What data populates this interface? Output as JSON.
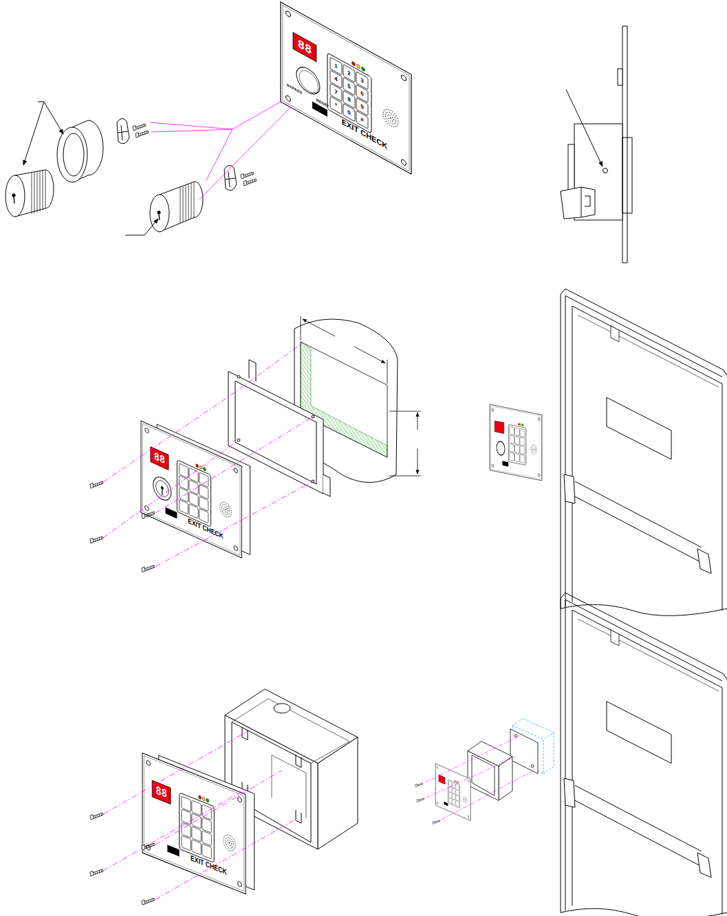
{
  "diagram": {
    "labels": [
      "88",
      "BYPASS",
      "RESET",
      "EXIT CHECK",
      "1",
      "2",
      "3",
      "4",
      "5",
      "6",
      "7",
      "8",
      "9",
      "*",
      "0",
      "#",
      "88",
      "EXIT CHECK",
      "88",
      "EXIT CHECK"
    ]
  }
}
